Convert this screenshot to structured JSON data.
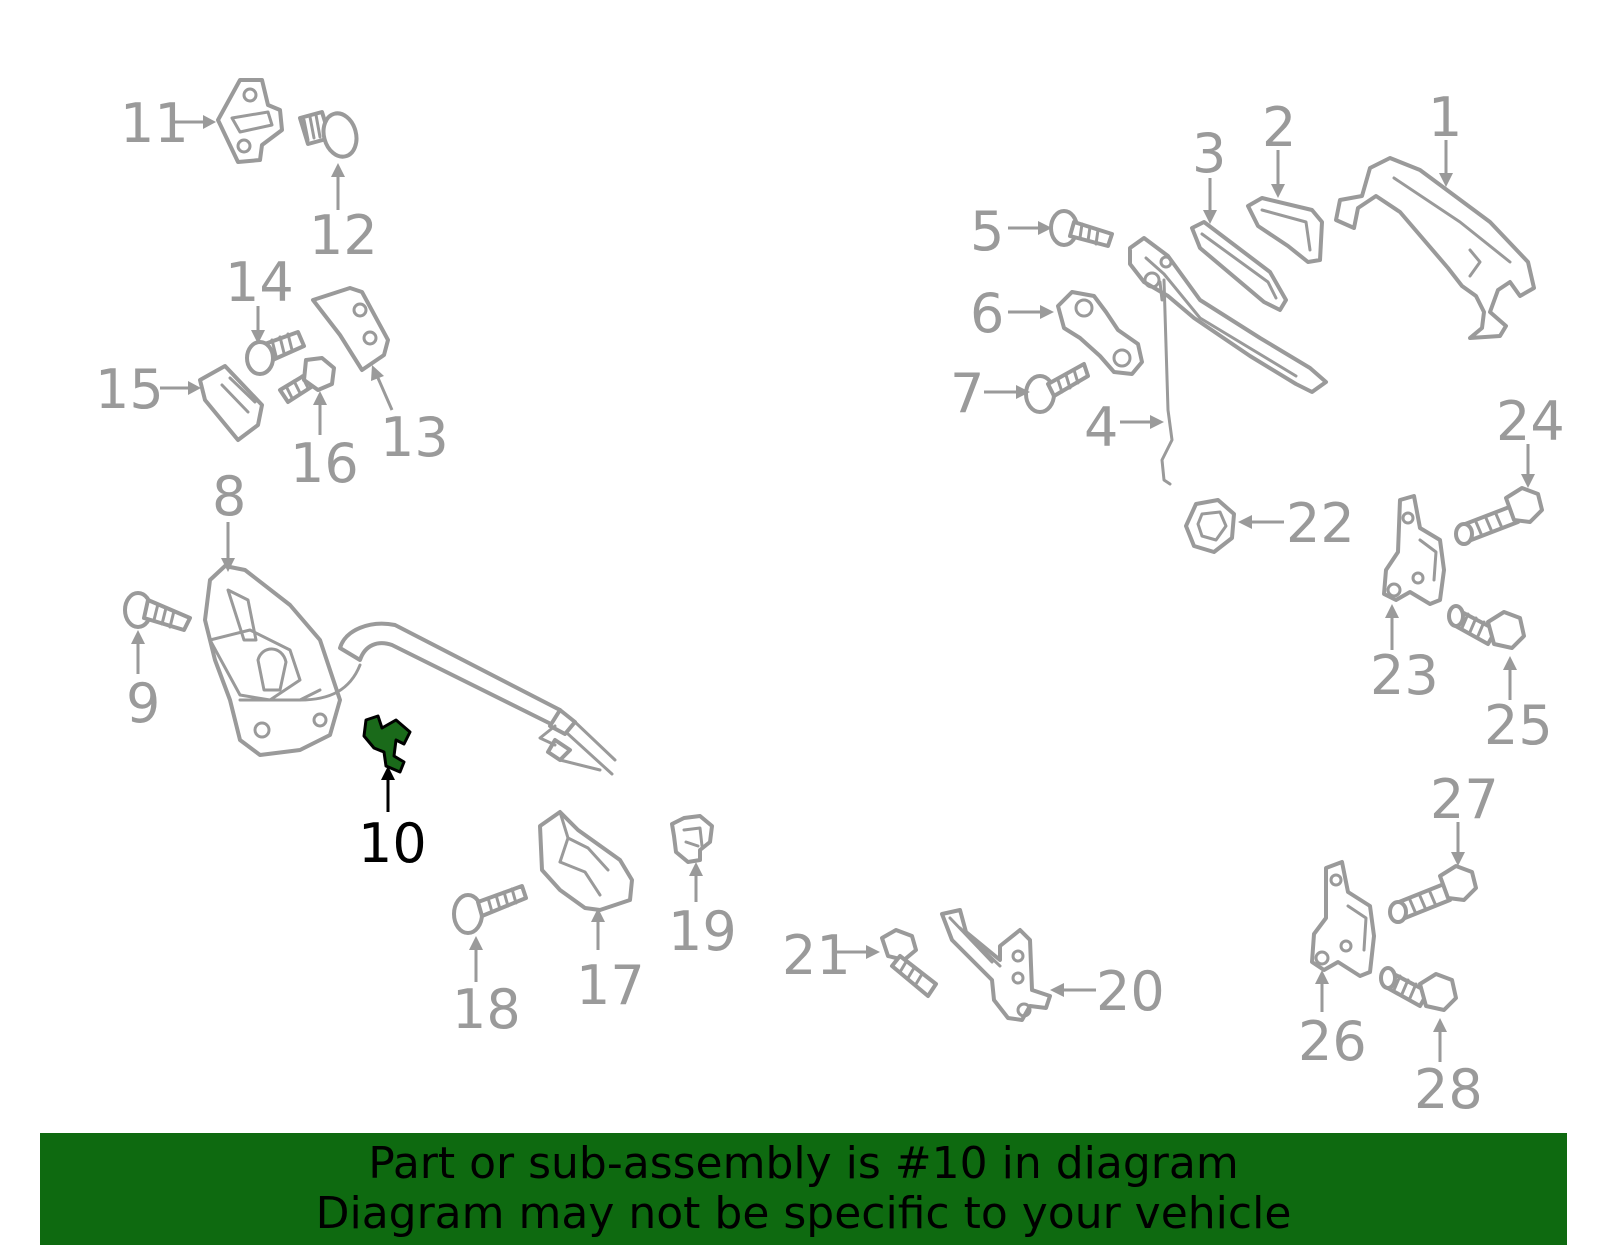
{
  "banner": {
    "line1": "Part or sub-assembly is #10 in diagram",
    "line2": "Diagram may not be specific to your vehicle",
    "color": "#0e6a10"
  },
  "highlight": {
    "part_number": "10",
    "color": "#1a6a1a"
  },
  "callouts": {
    "n1": "1",
    "n2": "2",
    "n3": "3",
    "n4": "4",
    "n5": "5",
    "n6": "6",
    "n7": "7",
    "n8": "8",
    "n9": "9",
    "n10": "10",
    "n11": "11",
    "n12": "12",
    "n13": "13",
    "n14": "14",
    "n15": "15",
    "n16": "16",
    "n17": "17",
    "n18": "18",
    "n19": "19",
    "n20": "20",
    "n21": "21",
    "n22": "22",
    "n23": "23",
    "n24": "24",
    "n25": "25",
    "n26": "26",
    "n27": "27",
    "n28": "28"
  }
}
